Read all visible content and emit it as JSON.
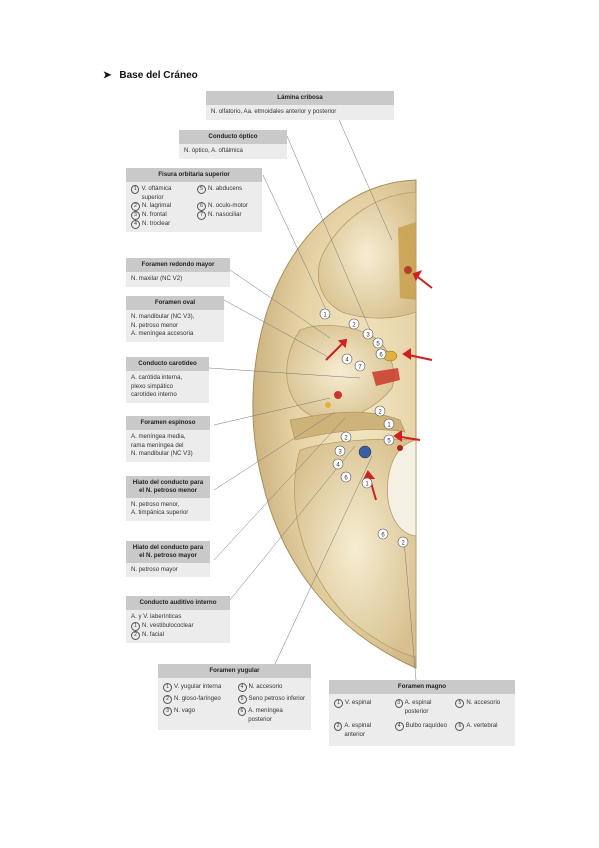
{
  "page_heading": "Base del Cráneo",
  "boxes": {
    "lamina": {
      "title": "Lámina cribosa",
      "lines": [
        "N. olfatorio, Aa. etmoidales anterior y posterior"
      ]
    },
    "optico": {
      "title": "Conducto óptico",
      "lines": [
        "N. óptico, A. oftálmica"
      ]
    },
    "fisura": {
      "title": "Fisura orbitaria superior",
      "items": [
        {
          "n": "1",
          "t": "V. oftámica superior"
        },
        {
          "n": "5",
          "t": "N. abducens"
        },
        {
          "n": "2",
          "t": "N. lagrimal"
        },
        {
          "n": "6",
          "t": "N. oculo-motor"
        },
        {
          "n": "3",
          "t": "N. frontal"
        },
        {
          "n": "7",
          "t": "N. nasociliar"
        },
        {
          "n": "4",
          "t": "N. troclear"
        }
      ]
    },
    "redondo": {
      "title": "Foramen redondo mayor",
      "lines": [
        "N. maxilar (NC V2)"
      ]
    },
    "oval": {
      "title": "Foramen oval",
      "lines": [
        "N. mandibular (NC V3),",
        "N. petroso menor",
        "A. meníngea accesoria"
      ]
    },
    "carotideo": {
      "title": "Conducto carotídeo",
      "lines": [
        "A. carótida interna,",
        "plexo simpático",
        "carotídeo interno"
      ]
    },
    "espinoso": {
      "title": "Foramen espinoso",
      "lines": [
        "A. meníngea media,",
        "rama meníngea del",
        "N. mandibular (NC V3)"
      ]
    },
    "hiato_menor": {
      "title": "Hiato del conducto para el N. petroso menor",
      "lines": [
        "N. petroso menor,",
        "A. timpánica superior"
      ]
    },
    "hiato_mayor": {
      "title": "Hiato del conducto para el N. petroso mayor",
      "lines": [
        "N. petroso mayor"
      ]
    },
    "auditivo": {
      "title": "Conducto auditivo interno",
      "lines": [
        "A. y V. laberínticas"
      ],
      "items": [
        {
          "n": "1",
          "t": "N. vestibulococlear"
        },
        {
          "n": "2",
          "t": "N. facial"
        }
      ]
    },
    "yugular": {
      "title": "Foramen yugular",
      "items": [
        {
          "n": "1",
          "t": "V. yugular interna"
        },
        {
          "n": "4",
          "t": "N. accesorio"
        },
        {
          "n": "2",
          "t": "N. gloso-faríngeo"
        },
        {
          "n": "5",
          "t": "Seno petroso inferior"
        },
        {
          "n": "3",
          "t": "N. vago"
        },
        {
          "n": "6",
          "t": "A. meníngea posterior"
        }
      ]
    },
    "magno": {
      "title": "Foramen magno",
      "items": [
        {
          "n": "1",
          "t": "V. espinal"
        },
        {
          "n": "3",
          "t": "A. espinal posterior"
        },
        {
          "n": "5",
          "t": "N. accesorio"
        },
        {
          "n": "2",
          "t": "A. espinal anterior"
        },
        {
          "n": "4",
          "t": "Bulbo raquídeo"
        },
        {
          "n": "6",
          "t": "A. vertebral"
        }
      ]
    }
  },
  "callout_numbers": [
    "1",
    "2",
    "3",
    "4",
    "5",
    "6",
    "7"
  ],
  "colors": {
    "bone": "#e8d9b4",
    "bone_dark": "#c9b282",
    "arrow": "#d21f1f",
    "box_head": "#c9c9c9",
    "box_body": "#ececec"
  }
}
